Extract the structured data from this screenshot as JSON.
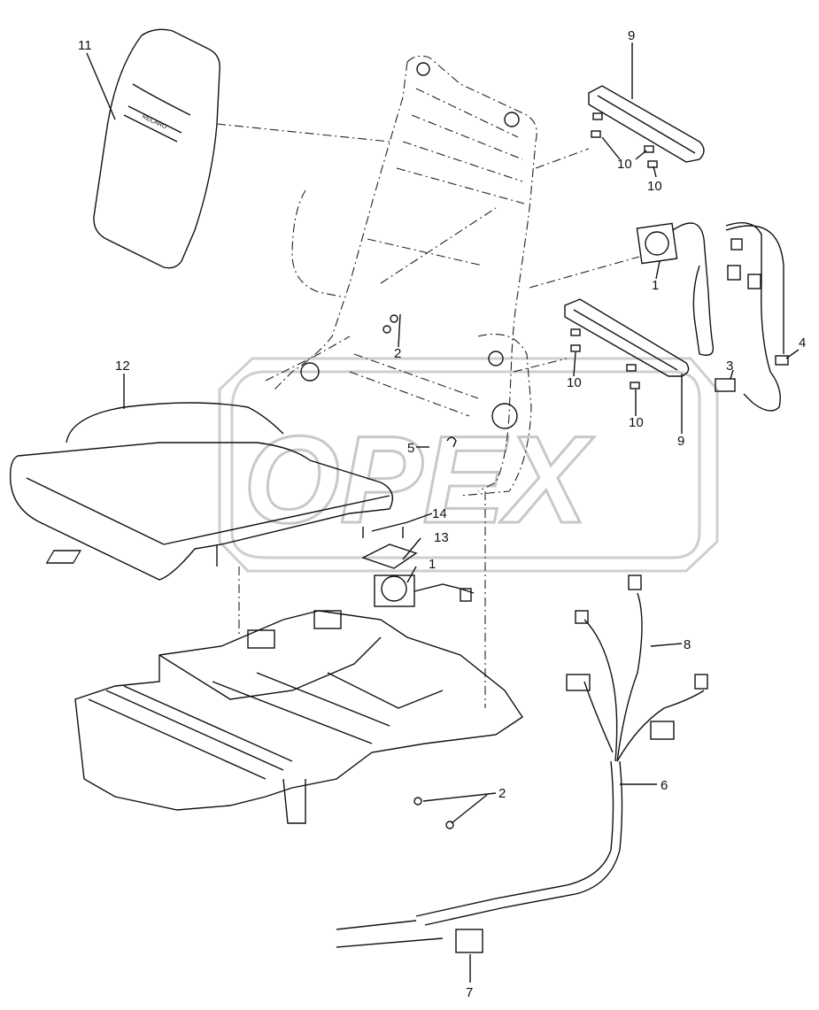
{
  "watermark": {
    "text": "OPEX"
  },
  "cushion_logo": {
    "text": "RECARO"
  },
  "callouts": [
    {
      "id": "c11",
      "label": "11"
    },
    {
      "id": "c9a",
      "label": "9"
    },
    {
      "id": "c10a",
      "label": "10"
    },
    {
      "id": "c10b",
      "label": "10"
    },
    {
      "id": "c1a",
      "label": "1"
    },
    {
      "id": "c4",
      "label": "4"
    },
    {
      "id": "c3",
      "label": "3"
    },
    {
      "id": "c2a",
      "label": "2"
    },
    {
      "id": "c12",
      "label": "12"
    },
    {
      "id": "c10c",
      "label": "10"
    },
    {
      "id": "c10d",
      "label": "10"
    },
    {
      "id": "c9b",
      "label": "9"
    },
    {
      "id": "c5",
      "label": "5"
    },
    {
      "id": "c14",
      "label": "14"
    },
    {
      "id": "c13",
      "label": "13"
    },
    {
      "id": "c1b",
      "label": "1"
    },
    {
      "id": "c8",
      "label": "8"
    },
    {
      "id": "c6",
      "label": "6"
    },
    {
      "id": "c2b",
      "label": "2"
    },
    {
      "id": "c7",
      "label": "7"
    }
  ]
}
